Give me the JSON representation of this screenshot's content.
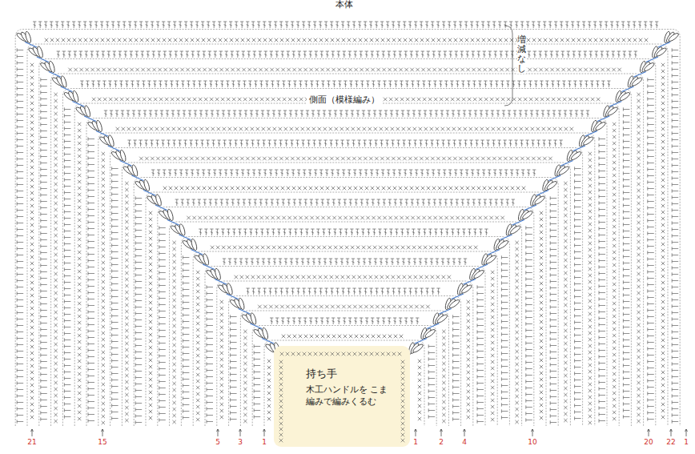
{
  "diagram": {
    "nodes": [
      {
        "text": [
          "持ち手",
          "木工ハンドルを こま編みで編みくるむ"
        ]
      }
    ],
    "labels": [
      "本体",
      "増減なし",
      "側面（模様編み）",
      "21",
      "15",
      "5",
      "3",
      "1",
      "1",
      "2",
      "4",
      "10",
      "20",
      "22",
      "1"
    ]
  }
}
